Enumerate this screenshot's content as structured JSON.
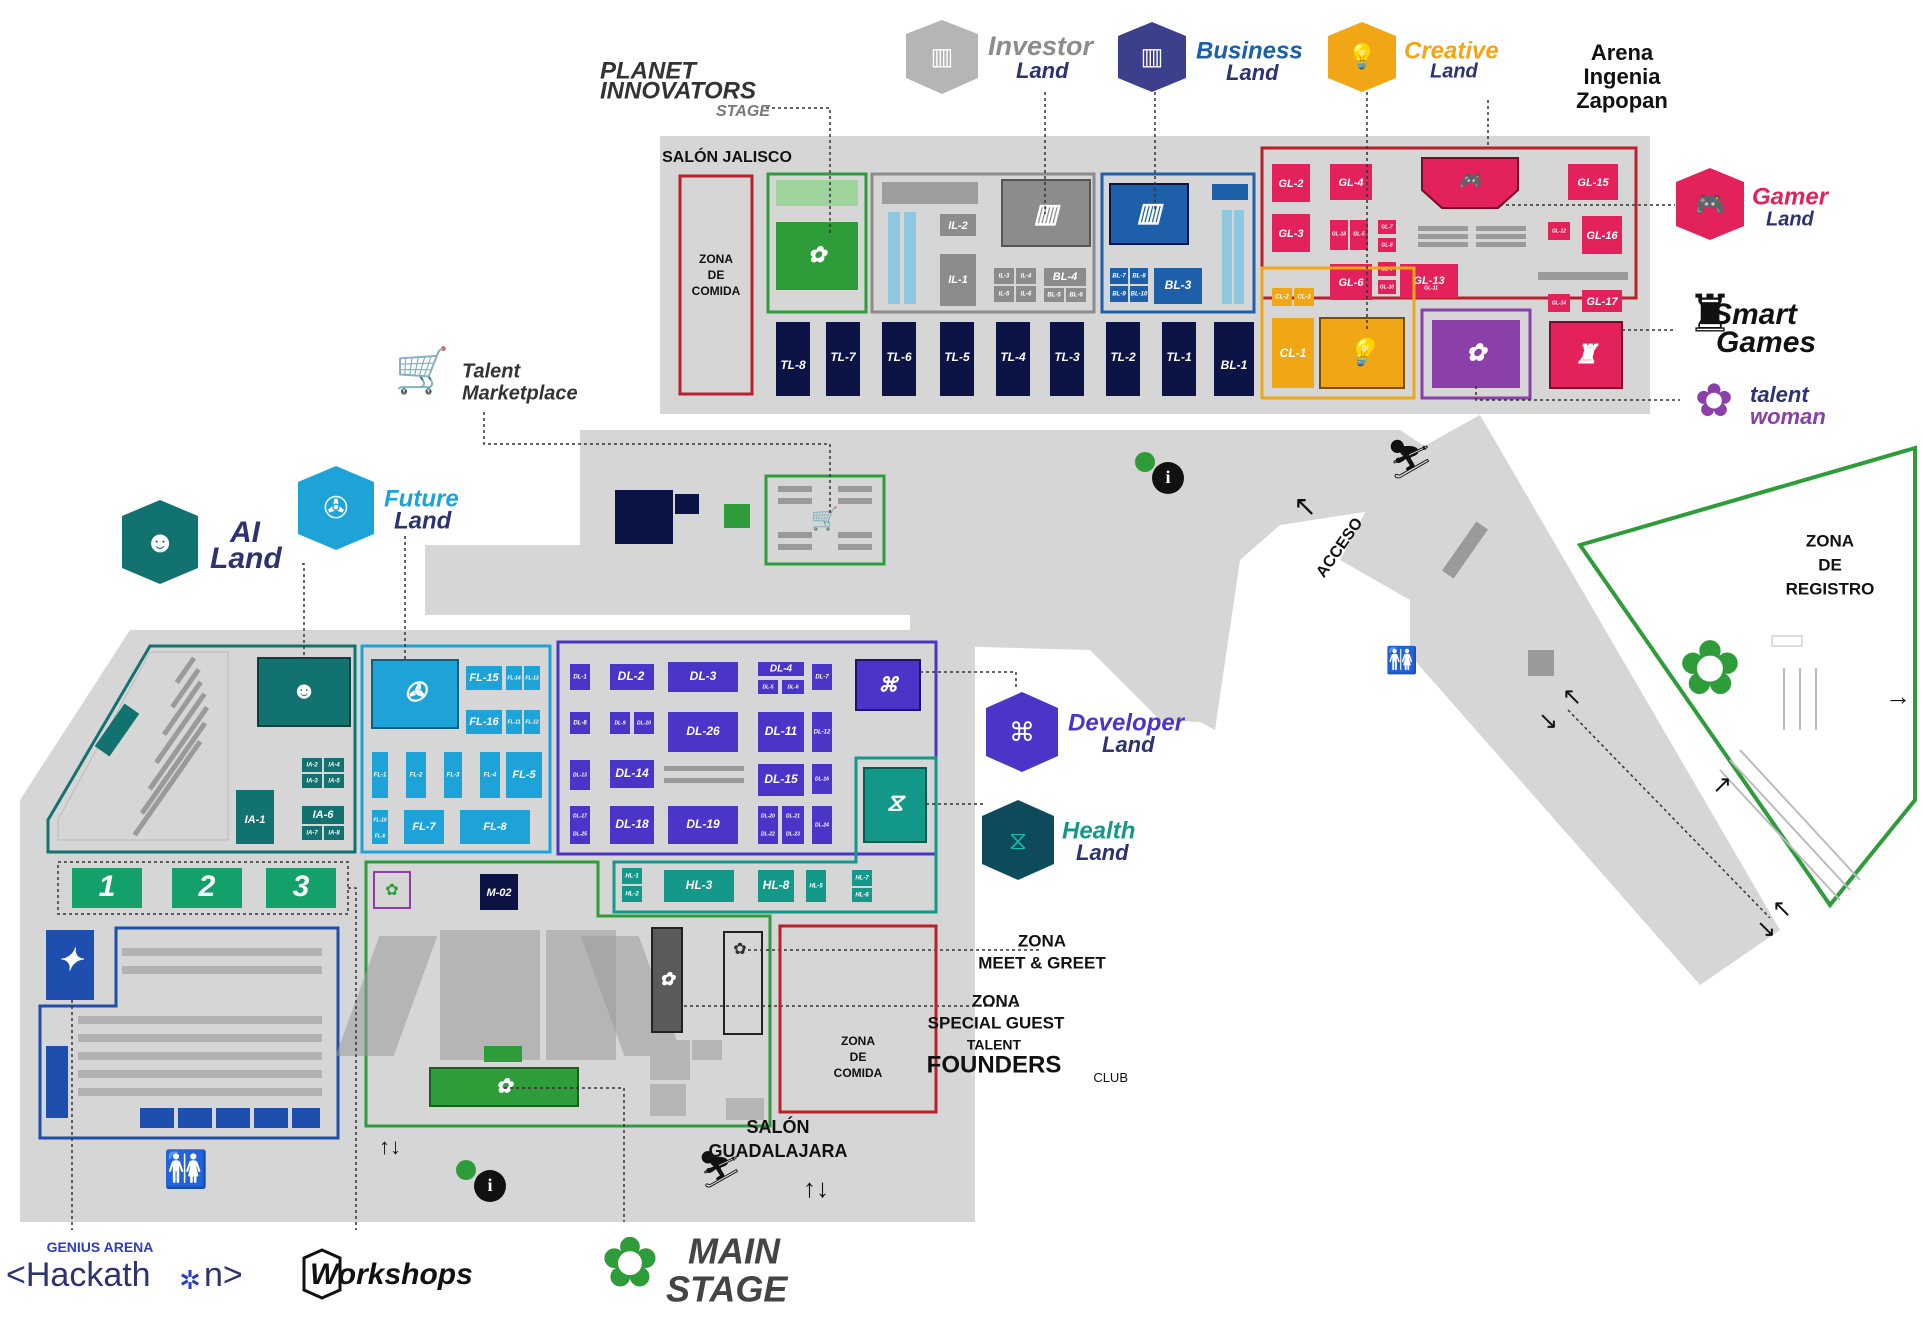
{
  "venue": {
    "salon_jalisco": "SALÓN JALISCO",
    "salon_guadalajara": [
      "SALÓN",
      "GUADALAJARA"
    ],
    "acceso": "ACCESO",
    "zona_comida": [
      "ZONA",
      "DE",
      "COMIDA"
    ],
    "zona_registro": [
      "ZONA",
      "DE",
      "REGISTRO"
    ],
    "zona_meet": [
      "ZONA",
      "MEET & GREET"
    ],
    "zona_special": [
      "ZONA",
      "SPECIAL GUEST"
    ],
    "talent_founders": [
      "TALENT",
      "FOUNDERS",
      "CLUB"
    ],
    "arena": [
      "Arena",
      "Ingenia",
      "Zapopan"
    ]
  },
  "brands": {
    "planet_innovators": [
      "PLANET",
      "INNOVATORS",
      "STAGE"
    ],
    "investor": [
      "Investor",
      "Land"
    ],
    "business": [
      "Business",
      "Land"
    ],
    "creative": [
      "Creative",
      "Land"
    ],
    "gamer": [
      "Gamer",
      "Land"
    ],
    "smart_games": [
      "Smart",
      "Games"
    ],
    "talent_woman": [
      "talent",
      "woman"
    ],
    "talent_marketplace": [
      "Talent",
      "Marketplace"
    ],
    "future": [
      "Future",
      "Land"
    ],
    "ai": [
      "AI",
      "Land"
    ],
    "developer": [
      "Developer",
      "Land"
    ],
    "health": [
      "Health",
      "Land"
    ],
    "hackathon_top": "GENIUS ARENA",
    "hackathon": "<Hackath",
    "hackathon_end": "n>",
    "workshops": "Workshops",
    "main_stage": [
      "MAIN",
      "STAGE"
    ]
  },
  "colors": {
    "floor": "#d6d6d6",
    "investor": "#8c8c8c",
    "business": "#1d5fa8",
    "creative": "#f0a615",
    "gamer": "#e3215a",
    "talent_woman": "#8b3fa8",
    "green": "#2f9c3a",
    "future": "#1ea3d8",
    "ai": "#12726f",
    "developer": "#4b35c9",
    "health": "#13988a",
    "navy": "#0c1446",
    "hackathon": "#1e4fae"
  },
  "stands": {
    "tl": [
      "TL-8",
      "TL-7",
      "TL-6",
      "TL-5",
      "TL-4",
      "TL-3",
      "TL-2",
      "TL-1"
    ],
    "bl1": "BL-1",
    "il": [
      "IL-2",
      "IL-1",
      "IL-3",
      "IL-4",
      "IL-5",
      "IL-6"
    ],
    "bl": [
      "BL-4",
      "BL-3",
      "BL-5",
      "BL-6",
      "BL-7",
      "BL-8",
      "BL-9",
      "BL-10"
    ],
    "gl": [
      "GL-2",
      "GL-4",
      "GL-15",
      "GL-3",
      "GL-16",
      "GL-6",
      "GL-13",
      "GL-17",
      "GL-18",
      "GL-5",
      "GL-7",
      "GL-8",
      "GL-9",
      "GL-10",
      "GL-11",
      "GL-12",
      "GL-14"
    ],
    "cl": [
      "CL-1",
      "CL-2",
      "CL-3"
    ],
    "fl": [
      "FL-15",
      "FL-16",
      "FL-5",
      "FL-7",
      "FL-8",
      "FL-1",
      "FL-2",
      "FL-3",
      "FL-4",
      "FL-6",
      "FL-10",
      "FL-11",
      "FL-12",
      "FL-13",
      "FL-14",
      "FL-9"
    ],
    "ia": [
      "IA-1",
      "IA-6",
      "IA-2",
      "IA-3",
      "IA-4",
      "IA-5",
      "IA-7",
      "IA-8"
    ],
    "dl": [
      "DL-2",
      "DL-3",
      "DL-4",
      "DL-26",
      "DL-11",
      "DL-14",
      "DL-15",
      "DL-18",
      "DL-19",
      "DL-1",
      "DL-8",
      "DL-9",
      "DL-10",
      "DL-5",
      "DL-6",
      "DL-7",
      "DL-12",
      "DL-13",
      "DL-16",
      "DL-17",
      "DL-20",
      "DL-21",
      "DL-22",
      "DL-23",
      "DL-24",
      "DL-25"
    ],
    "hl": [
      "HL-3",
      "HL-8",
      "HL-1",
      "HL-2",
      "HL-5",
      "HL-7",
      "HL-6"
    ],
    "m": "M-02",
    "rooms": [
      "1",
      "2",
      "3"
    ]
  }
}
